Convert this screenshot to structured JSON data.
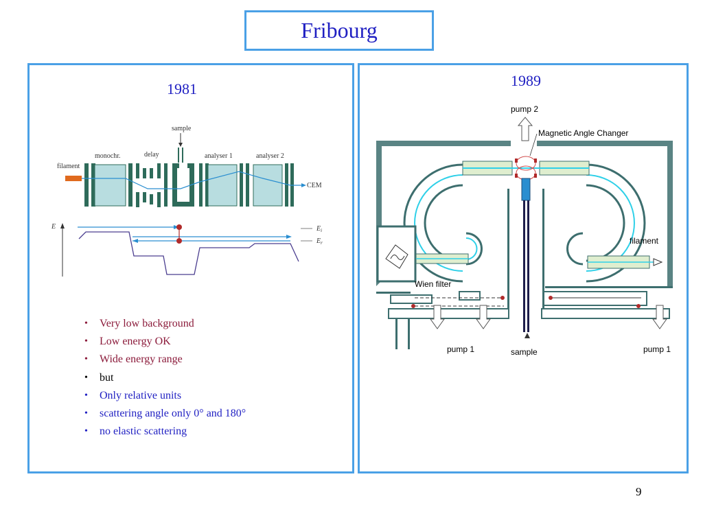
{
  "title": "Fribourg",
  "left_panel": {
    "year": "1981",
    "diagram_labels": {
      "sample": "sample",
      "monochr": "monochr.",
      "delay": "delay",
      "analyser1": "analyser 1",
      "analyser2": "analyser 2",
      "filament": "filament",
      "cem": "CEM",
      "e_axis": "E",
      "e_i": "E",
      "e_i_sub": "i",
      "e_r": "E",
      "e_r_sub": "r"
    },
    "bullets": [
      {
        "text": "Very low background",
        "color": "#8b1a3a"
      },
      {
        "text": "Low energy OK",
        "color": "#8b1a3a"
      },
      {
        "text": "Wide energy range",
        "color": "#8b1a3a"
      },
      {
        "text": "but",
        "color": "#000000"
      },
      {
        "text": "Only relative units",
        "color": "#1f1fc2"
      },
      {
        "text": "scattering angle only 0° and 180°",
        "color": "#1f1fc2"
      },
      {
        "text": "no elastic scattering",
        "color": "#1f1fc2"
      }
    ]
  },
  "right_panel": {
    "year": "1989",
    "diagram_labels": {
      "pump2": "pump 2",
      "mac": "Magnetic Angle Changer",
      "filament": "filament",
      "wien": "Wien filter",
      "pump1_left": "pump 1",
      "sample": "sample",
      "pump1_right": "pump 1"
    }
  },
  "page_number": "9",
  "colors": {
    "accent_border": "#4aa0e6",
    "title_blue": "#1f1fc2",
    "electrode_green": "#2e6b5a",
    "analyser_fill": "#b8dde0",
    "beam_cyan": "#2fd0e8",
    "chamber_teal": "#3d6e6e",
    "filament_orange": "#e06a1e",
    "marker_red": "#b02a2a"
  }
}
